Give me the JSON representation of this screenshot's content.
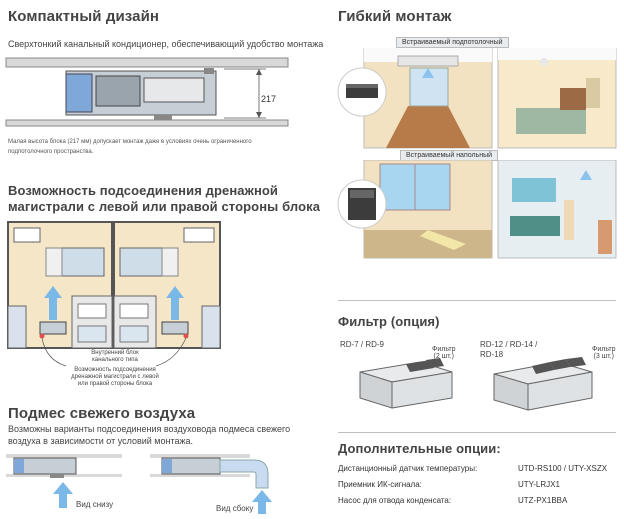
{
  "compact": {
    "title": "Компактный дизайн",
    "subtitle": "Сверхтонкий канальный кондиционер, обеспечивающий удобство монтажа",
    "height_label": "217",
    "note_line1": "Малая высота блока (217 мм) допускает монтаж даже в условиях очень ограниченного",
    "note_line2": "подпотолочного пространства."
  },
  "drain": {
    "title_line1": "Возможность подсоединения дренажной",
    "title_line2": "магистрали с левой или правой стороны блока",
    "unit_label_line1": "Внутренний блок",
    "unit_label_line2": "канального типа",
    "drain_label_line1": "Возможность подсоединения",
    "drain_label_line2": "дренажной магистрали с левой",
    "drain_label_line3": "или правой стороны блока"
  },
  "fresh_air": {
    "title": "Подмес свежего воздуха",
    "text_line1": "Возможны варианты подсоединения воздуховода подмеса свежего",
    "text_line2": "воздуха в зависимости от условий монтажа.",
    "view_bottom": "Вид снизу",
    "view_side": "Вид сбоку"
  },
  "flexible": {
    "title": "Гибкий монтаж",
    "ceiling_label": "Встраиваемый подпотолочный",
    "floor_label": "Встраиваемый напольный"
  },
  "filter": {
    "title": "Фильтр (опция)",
    "model_a": "RD-7 / RD-9",
    "filter_a_line1": "Фильтр",
    "filter_a_line2": "(2 шт.)",
    "model_b_line1": "RD-12 / RD-14 /",
    "model_b_line2": "RD-18",
    "filter_b_line1": "Фильтр",
    "filter_b_line2": "(3 шт.)"
  },
  "options": {
    "title": "Дополнительные опции:",
    "rows": [
      {
        "label": "Дистанционный датчик температуры:",
        "value": "UTD-RS100 / UTY-XSZX"
      },
      {
        "label": "Приемник ИК-сигнала:",
        "value": "UTY-LRJX1"
      },
      {
        "label": "Насос для отвода конденсата:",
        "value": "UTZ-PX1BBA"
      }
    ]
  }
}
